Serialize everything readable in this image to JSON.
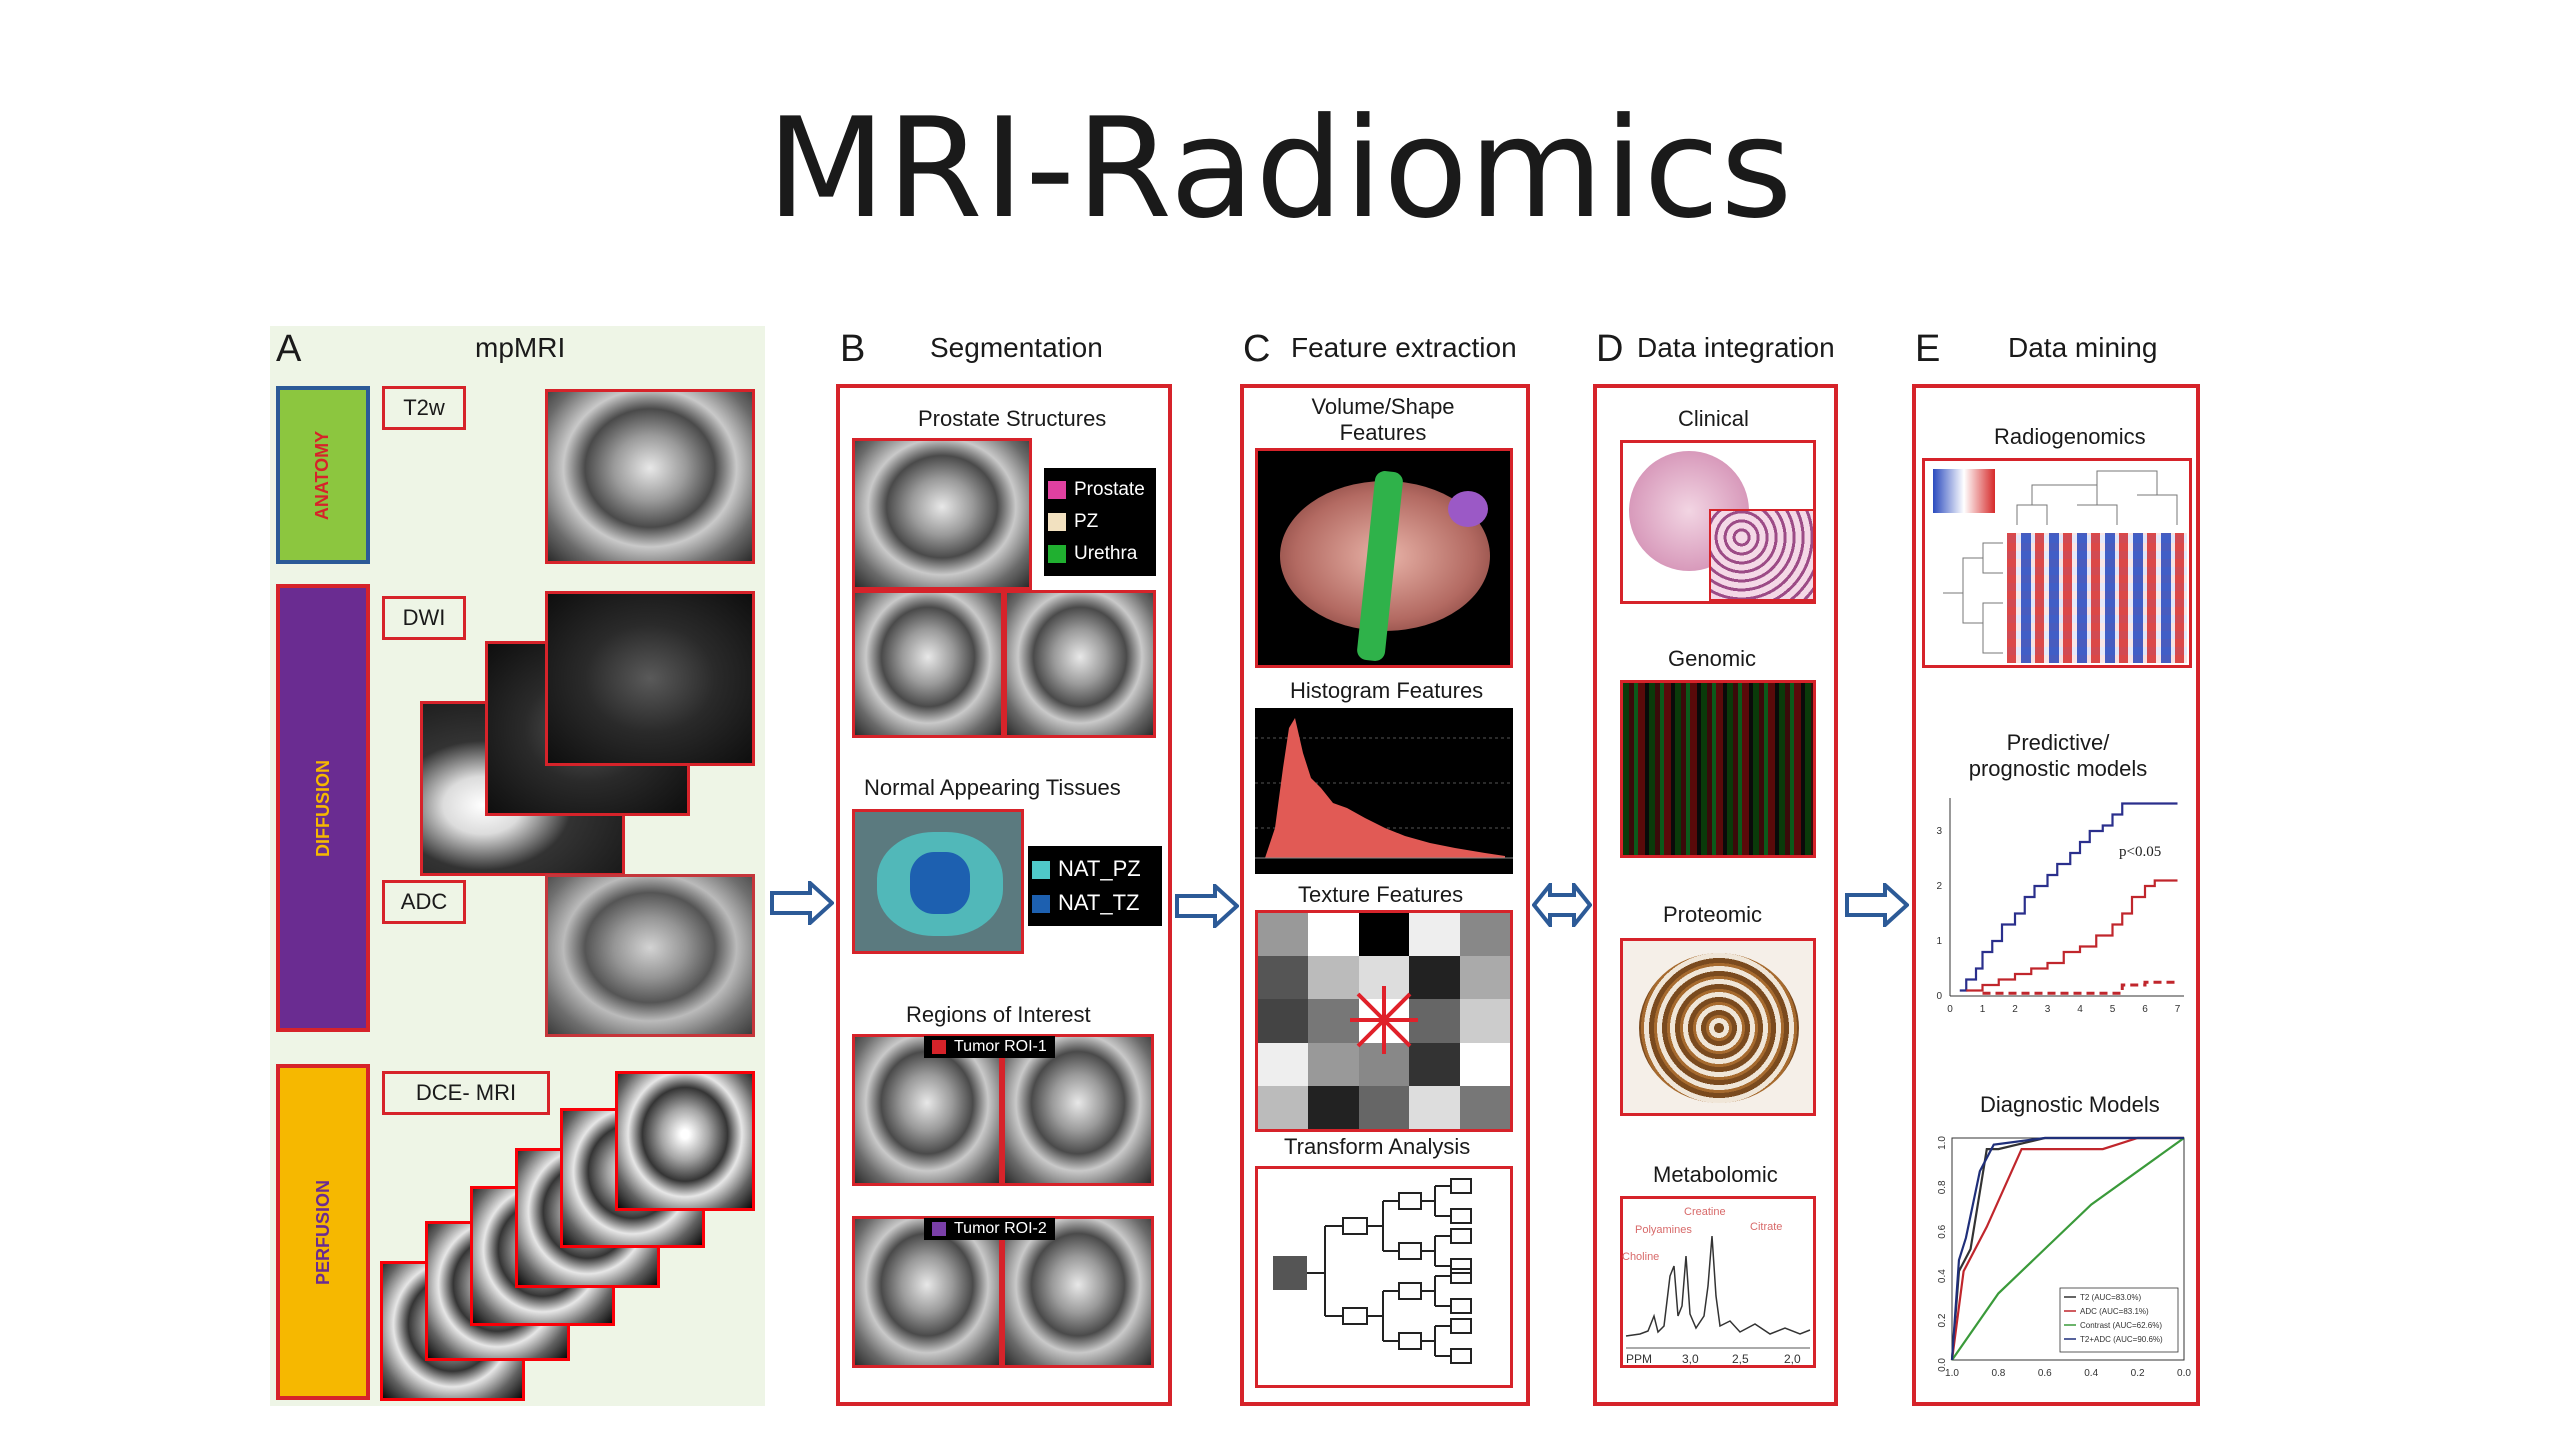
{
  "title": "MRI-Radiomics",
  "panels": {
    "a": {
      "letter": "A",
      "heading": "mpMRI",
      "anatomy": "ANATOMY",
      "diffusion": "DIFFUSION",
      "perfusion": "PERFUSION",
      "t2w": "T2w",
      "dwi": "DWI",
      "adc": "ADC",
      "dce": "DCE- MRI"
    },
    "b": {
      "letter": "B",
      "heading": "Segmentation",
      "prostate_structures": "Prostate Structures",
      "legend_prostate": "Prostate",
      "legend_pz": "PZ",
      "legend_urethra": "Urethra",
      "normal_tissues": "Normal Appearing Tissues",
      "nat_pz": "NAT_PZ",
      "nat_tz": "NAT_TZ",
      "roi_title": "Regions of Interest",
      "tumor_roi_1": "Tumor ROI-1",
      "tumor_roi_2": "Tumor ROI-2"
    },
    "c": {
      "letter": "C",
      "heading": "Feature extraction",
      "volume_shape": "Volume/Shape\nFeatures",
      "histogram": "Histogram Features",
      "texture": "Texture Features",
      "transform": "Transform Analysis"
    },
    "d": {
      "letter": "D",
      "heading": "Data integration",
      "clinical": "Clinical",
      "genomic": "Genomic",
      "proteomic": "Proteomic",
      "metabolomic": "Metabolomic",
      "polyamines": "Polyamines",
      "creatine": "Creatine",
      "citrate": "Citrate",
      "choline": "Choline",
      "ppm": "PPM",
      "ppm_30": "3,0",
      "ppm_25": "2,5",
      "ppm_20": "2,0"
    },
    "e": {
      "letter": "E",
      "heading": "Data mining",
      "radiogenomics": "Radiogenomics",
      "predictive": "Predictive/\nprognostic models",
      "pvalue": "p<0.05",
      "diagnostic": "Diagnostic Models",
      "roc_legend": [
        "T2 (AUC=83.0%)",
        "ADC (AUC=83.1%)",
        "Contrast (AUC=62.6%)",
        "T2+ADC (AUC=90.6%)"
      ]
    }
  },
  "colors": {
    "red_frame": "#d6232a",
    "arrow_blue": "#2c5a97",
    "anatomy": "#8cc63f",
    "diffusion": "#6a2c91",
    "perfusion": "#f6b800"
  },
  "chart_data": [
    {
      "type": "line",
      "title": "Predictive/prognostic models",
      "x_ticks": [
        "0",
        "1",
        "2",
        "3",
        "4",
        "5",
        "6",
        "7"
      ],
      "y_ticks": [
        "0",
        "1",
        "2",
        "3"
      ],
      "annotation": "p<0.05",
      "ylim": [
        0,
        3.6
      ],
      "xlim": [
        0,
        7.2
      ],
      "series": [
        {
          "color": "#2a2f8c",
          "style": "step",
          "x": [
            0.3,
            0.5,
            0.8,
            1.0,
            1.3,
            1.6,
            2.0,
            2.3,
            2.6,
            3.0,
            3.3,
            3.7,
            4.0,
            4.3,
            4.7,
            5.0,
            5.3,
            5.6,
            6.0,
            7.0
          ],
          "y": [
            0.1,
            0.3,
            0.5,
            0.8,
            1.0,
            1.3,
            1.5,
            1.8,
            2.0,
            2.2,
            2.4,
            2.6,
            2.8,
            3.0,
            3.1,
            3.3,
            3.5,
            3.5,
            3.5,
            3.5
          ]
        },
        {
          "color": "#c0262c",
          "style": "step",
          "x": [
            0.5,
            1.0,
            1.5,
            2.0,
            2.5,
            3.0,
            3.5,
            4.0,
            4.5,
            5.0,
            5.3,
            5.6,
            6.0,
            6.3,
            7.0
          ],
          "y": [
            0.1,
            0.2,
            0.3,
            0.4,
            0.5,
            0.6,
            0.8,
            0.9,
            1.1,
            1.3,
            1.5,
            1.8,
            2.0,
            2.1,
            2.1
          ]
        },
        {
          "color": "#c0262c",
          "style": "dashed",
          "x": [
            1.0,
            5.0,
            5.3,
            6.0,
            7.0
          ],
          "y": [
            0.05,
            0.05,
            0.2,
            0.25,
            0.25
          ]
        }
      ]
    },
    {
      "type": "line",
      "title": "Diagnostic Models",
      "x_ticks": [
        "1.0",
        "0.8",
        "0.6",
        "0.4",
        "0.2",
        "0.0"
      ],
      "y_ticks": [
        "0.0",
        "0.2",
        "0.4",
        "0.6",
        "0.8",
        "1.0"
      ],
      "xlim": [
        1.0,
        0.0
      ],
      "ylim": [
        0,
        1
      ],
      "series": [
        {
          "name": "T2 (AUC=83.0%)",
          "color": "#333333",
          "x": [
            1.0,
            0.97,
            0.92,
            0.85,
            0.8,
            0.6,
            0.4,
            0.0
          ],
          "y": [
            0.0,
            0.4,
            0.5,
            0.95,
            0.95,
            1.0,
            1.0,
            1.0
          ]
        },
        {
          "name": "ADC (AUC=83.1%)",
          "color": "#c0262c",
          "x": [
            1.0,
            0.95,
            0.85,
            0.7,
            0.55,
            0.35,
            0.2,
            0.0
          ],
          "y": [
            0.0,
            0.4,
            0.6,
            0.95,
            0.95,
            0.95,
            1.0,
            1.0
          ]
        },
        {
          "name": "Contrast (AUC=62.6%)",
          "color": "#3a9a3a",
          "x": [
            1.0,
            0.8,
            0.6,
            0.4,
            0.2,
            0.0
          ],
          "y": [
            0.0,
            0.3,
            0.5,
            0.7,
            0.85,
            1.0
          ]
        },
        {
          "name": "T2+ADC (AUC=90.6%)",
          "color": "#1f2f7a",
          "x": [
            1.0,
            0.97,
            0.94,
            0.88,
            0.82,
            0.6,
            0.0
          ],
          "y": [
            0.0,
            0.45,
            0.55,
            0.85,
            0.97,
            1.0,
            1.0
          ]
        }
      ]
    }
  ]
}
